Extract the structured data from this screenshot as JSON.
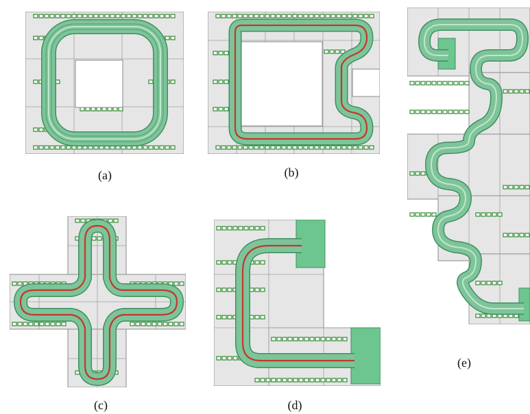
{
  "captions": {
    "a": "(a)",
    "b": "(b)",
    "c": "(c)",
    "d": "(d)",
    "e": "(e)"
  },
  "colors": {
    "tile_fill": "#e6e6e6",
    "tile_stroke": "#8a8a8a",
    "track_fill": "#7ec49a",
    "track_edge": "#3f8f5f",
    "track_highlight": "#bfe6cc",
    "center_line": "#c0392b",
    "module_green": "#2f8a2f",
    "end_block": "#6dc58f"
  }
}
